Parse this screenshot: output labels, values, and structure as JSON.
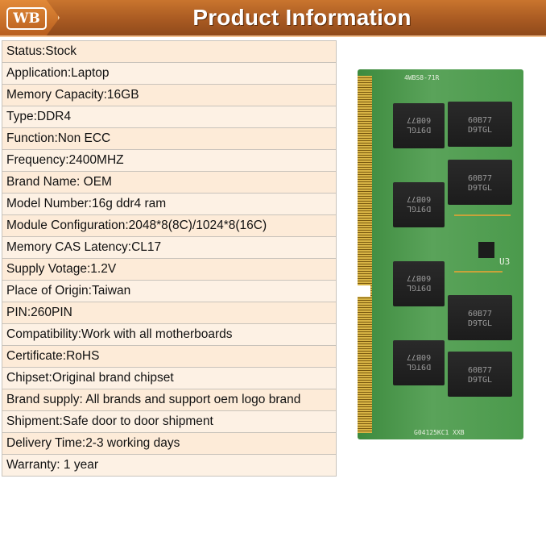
{
  "header": {
    "logo_text": "WB",
    "title": "Product Information"
  },
  "specs": [
    {
      "label": "Status:",
      "value": "Stock"
    },
    {
      "label": "Application:",
      "value": "Laptop"
    },
    {
      "label": "Memory Capacity:",
      "value": "16GB"
    },
    {
      "label": "Type:",
      "value": "DDR4"
    },
    {
      "label": "Function:",
      "value": "Non ECC"
    },
    {
      "label": "Frequency:",
      "value": "2400MHZ"
    },
    {
      "label": "Brand Name: ",
      "value": "OEM"
    },
    {
      "label": "Model Number:",
      "value": "16g ddr4 ram"
    },
    {
      "label": "Module Configuration:",
      "value": "2048*8(8C)/1024*8(16C)"
    },
    {
      "label": "Memory CAS Latency:",
      "value": "CL17"
    },
    {
      "label": "Supply Votage:",
      "value": "1.2V"
    },
    {
      "label": "Place of Origin:",
      "value": "Taiwan"
    },
    {
      "label": "PIN:",
      "value": "260PIN"
    },
    {
      "label": "Compatibility:",
      "value": "Work with all motherboards"
    },
    {
      "label": "Certificate:",
      "value": "RoHS"
    },
    {
      "label": "Chipset:",
      "value": "Original brand chipset"
    },
    {
      "label": "Brand supply: ",
      "value": "All brands and support oem logo brand"
    },
    {
      "label": "Shipment:",
      "value": "Safe door to door shipment"
    },
    {
      "label": "Delivery Time:",
      "value": "2-3 working days"
    },
    {
      "label": "Warranty: ",
      "value": "1 year"
    }
  ],
  "product_image": {
    "chip_text_line1": "60B77",
    "chip_text_line2": "D9TGL",
    "ic_label": "U3",
    "colors": {
      "pcb": "#4b9a4c",
      "chip": "#1c1c1c",
      "gold": "#d8b445"
    }
  }
}
